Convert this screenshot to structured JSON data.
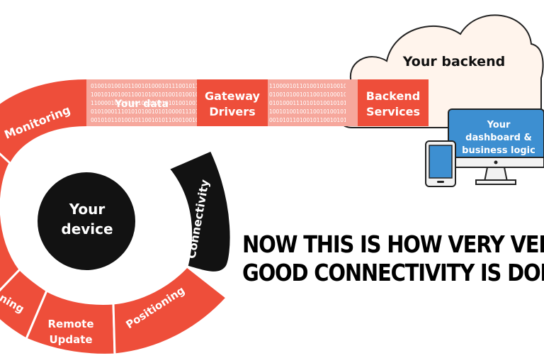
{
  "colors": {
    "accent_red": "#EE4E3A",
    "band_pink": "#F6A79C",
    "dark": "#121212",
    "device_blue": "#3D8FD1",
    "cloud_fill": "#FFF4EC"
  },
  "pipeline": {
    "data_label": "Your data",
    "gateway_line1": "Gateway",
    "gateway_line2": "Drivers",
    "backend_line1": "Backend",
    "backend_line2": "Services",
    "binary_rows": [
      "0100101001011001010001011100101100",
      "1001010010011001010010100101001011",
      "1100001011010010101001010100100100",
      "0101000111010101001010100001110101",
      "0010101101001011001010110001001011"
    ]
  },
  "cloud": {
    "title": "Your backend"
  },
  "dashboard": {
    "line1": "Your",
    "line2": "dashboard &",
    "line3": "business logic"
  },
  "device": {
    "line1": "Your",
    "line2": "device"
  },
  "ring": {
    "monitoring": "Monitoring",
    "connectivity": "Connectivity",
    "positioning": "Positioning",
    "remote_line1": "Remote",
    "remote_line2": "Update",
    "partial_left": "ning"
  },
  "slogan": {
    "line1": "NOW THIS IS HOW VERY VERY",
    "line2": "GOOD CONNECTIVITY IS DON"
  }
}
